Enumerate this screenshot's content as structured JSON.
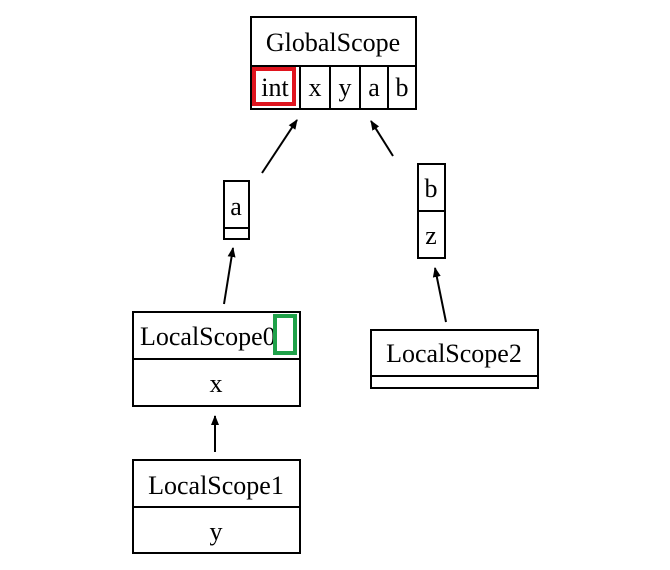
{
  "global_scope": {
    "title": "GlobalScope",
    "symbols": [
      "int",
      "x",
      "y",
      "a",
      "b"
    ],
    "highlight_symbol": "int"
  },
  "node_a": {
    "symbols": [
      "a"
    ]
  },
  "node_b": {
    "symbols": [
      "b",
      "z"
    ]
  },
  "local_scope_0": {
    "title_prefix": "LocalScope",
    "title_suffix": "0",
    "symbols": [
      "x"
    ]
  },
  "local_scope_1": {
    "title": "LocalScope1",
    "symbols": [
      "y"
    ]
  },
  "local_scope_2": {
    "title": "LocalScope2",
    "symbols": []
  },
  "colors": {
    "highlight_red": "#e0141e",
    "highlight_green": "#1fa149",
    "stroke": "#000000"
  }
}
